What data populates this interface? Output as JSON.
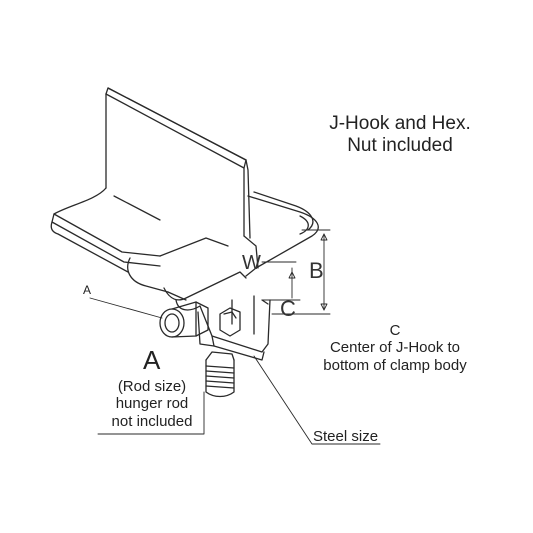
{
  "note_title": [
    "J-Hook and Hex.",
    "Nut included"
  ],
  "dimensions": {
    "w": "W",
    "b": "B",
    "c": "C"
  },
  "c_note": [
    "C",
    "Center of J-Hook to",
    "bottom of clamp body"
  ],
  "a_small": "A",
  "a_big": "A",
  "rod_note": [
    "(Rod size)",
    "hunger rod",
    "not included"
  ],
  "steel_size": "Steel size"
}
